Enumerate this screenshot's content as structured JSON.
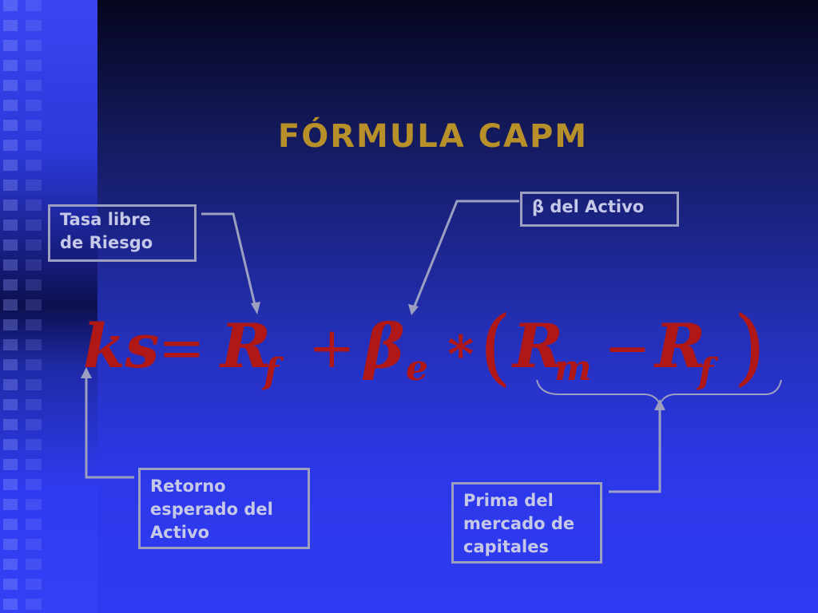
{
  "slide": {
    "title": "FÓRMULA CAPM",
    "labels": {
      "risk_free": [
        "Tasa libre",
        "de Riesgo"
      ],
      "beta": "β del Activo",
      "expected_return": [
        "Retorno",
        "esperado del",
        "Activo"
      ],
      "market_premium": [
        "Prima del",
        "mercado de",
        "capitales"
      ]
    },
    "formula": {
      "lhs": "ks",
      "eq": "=",
      "R": "R",
      "f": "f",
      "plus": "+",
      "beta": "β",
      "e": "e",
      "times": "*",
      "open_paren": "(",
      "m": "m",
      "minus": "−",
      "close_paren": ")"
    },
    "colors": {
      "title": "#b8902a",
      "formula": "#b01818",
      "box_border": "#9c9fc0",
      "box_text": "#c6c8e8",
      "arrow": "#9c9fc0"
    }
  }
}
